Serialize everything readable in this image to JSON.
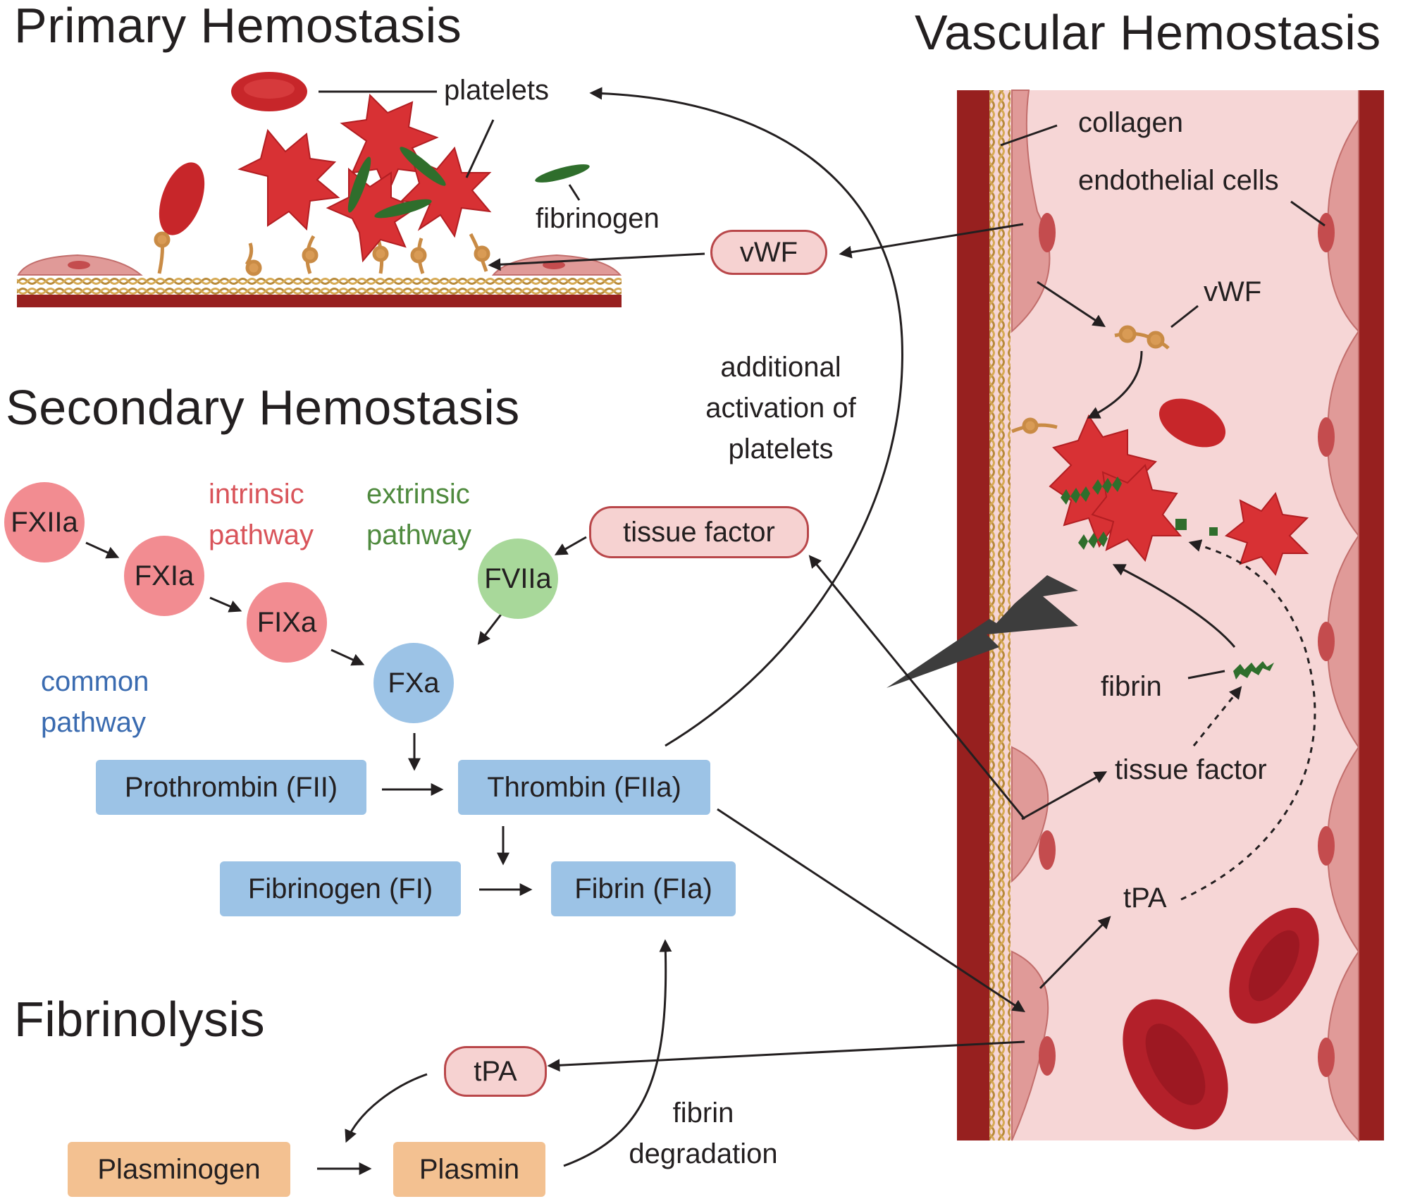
{
  "headings": {
    "primary": "Primary Hemostasis",
    "secondary": "Secondary Hemostasis",
    "fibrinolysis": "Fibrinolysis",
    "vascular": "Vascular Hemostasis"
  },
  "primary": {
    "platelets": "platelets",
    "fibrinogen": "fibrinogen",
    "vwf": "vWF"
  },
  "annotations": {
    "additional_activation": [
      "additional",
      "activation of",
      "platelets"
    ],
    "fibrin_degradation": [
      "fibrin",
      "degradation"
    ]
  },
  "pathways": {
    "intrinsic": [
      "intrinsic",
      "pathway"
    ],
    "extrinsic": [
      "extrinsic",
      "pathway"
    ],
    "common": [
      "common",
      "pathway"
    ]
  },
  "factors": {
    "fxiia": "FXIIa",
    "fxia": "FXIa",
    "fixa": "FIXa",
    "fviia": "FVIIa",
    "fxa": "FXa"
  },
  "boxes": {
    "prothrombin": "Prothrombin (FII)",
    "thrombin": "Thrombin (FIIa)",
    "fibrinogen": "Fibrinogen (FI)",
    "fibrin": "Fibrin (FIa)",
    "tissue_factor": "tissue factor",
    "tpa": "tPA",
    "plasminogen": "Plasminogen",
    "plasmin": "Plasmin"
  },
  "vessel": {
    "collagen": "collagen",
    "endothelial": "endothelial cells",
    "vwf": "vWF",
    "fibrin": "fibrin",
    "tissue_factor": "tissue factor",
    "tpa": "tPA"
  },
  "colors": {
    "intrinsic": "#d9545a",
    "extrinsic": "#4f8a3e",
    "common": "#3a6bb0",
    "intrinsic_fill": "#f28c91",
    "extrinsic_fill": "#a8d89a",
    "common_fill": "#9cc3e6",
    "fibrinolysis_fill": "#f3c191",
    "vessel_wall": "#97201f",
    "vessel_lumen": "#f6d6d6",
    "platelet": "#d83134",
    "fibrin": "#2f6e2c"
  }
}
